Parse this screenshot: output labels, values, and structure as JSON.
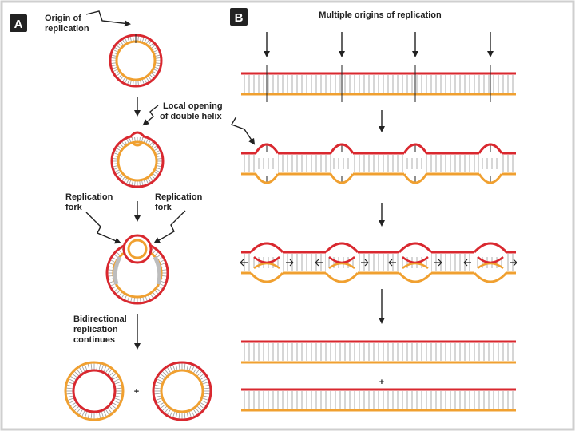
{
  "panel_a": {
    "letter": "A",
    "origin_label_1": "Origin of",
    "origin_label_2": "replication",
    "local_opening_1": "Local opening",
    "local_opening_2": "of double helix",
    "fork_left_1": "Replication",
    "fork_left_2": "fork",
    "fork_right_1": "Replication",
    "fork_right_2": "fork",
    "bidir_1": "Bidirectional",
    "bidir_2": "replication",
    "bidir_3": "continues",
    "plus": "+"
  },
  "panel_b": {
    "letter": "B",
    "title": "Multiple origins of replication",
    "plus": "+"
  },
  "colors": {
    "red_strand": "#d9282f",
    "orange_strand": "#f0a030",
    "rung": "#9a9a9a",
    "frame": "#cfcfcf",
    "panel_badge": "#222222"
  }
}
